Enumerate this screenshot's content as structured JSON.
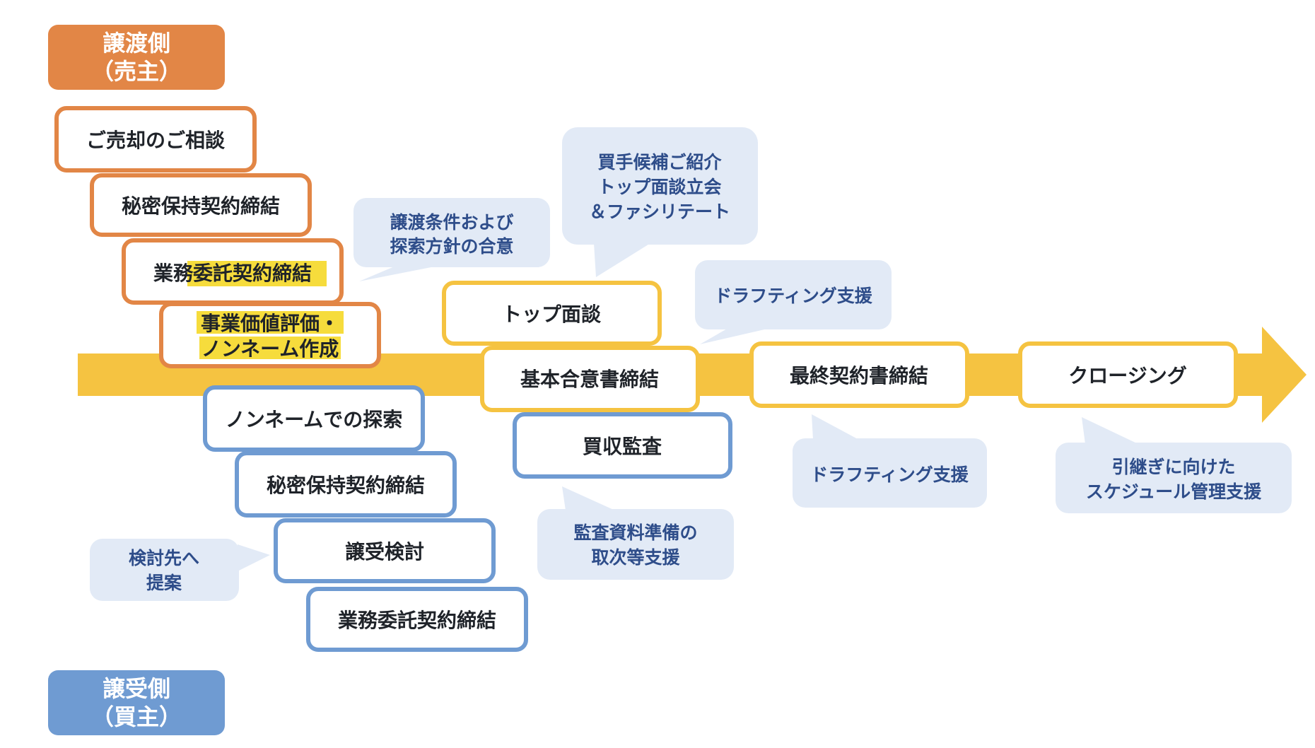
{
  "colors": {
    "seller": "#e28646",
    "buyer": "#6f9bd2",
    "arrow": "#f5c341",
    "callout_fill": "#e2eaf6",
    "callout_text": "#2e4d8a",
    "highlight": "#f6dc3c"
  },
  "header_seller": {
    "line1": "譲渡側",
    "line2": "（売主）"
  },
  "header_buyer": {
    "line1": "譲受側",
    "line2": "（買主）"
  },
  "seller_steps": {
    "consult": "ご売却のご相談",
    "nda": "秘密保持契約締結",
    "mandate_prefix": "業務",
    "mandate_highlight": "委託契約締結",
    "valuation_line1": "事業価値評価・",
    "valuation_line2": "ノンネーム作成"
  },
  "buyer_steps": {
    "search": "ノンネームでの探索",
    "nda": "秘密保持契約締結",
    "review": "譲受検討",
    "mandate": "業務委託契約締結"
  },
  "timeline_steps": {
    "top_meeting": "トップ面談",
    "loi": "基本合意書締結",
    "due_diligence": "買収監査",
    "final_contract": "最終契約書締結",
    "closing": "クロージング"
  },
  "callouts": {
    "terms": {
      "line1": "譲渡条件および",
      "line2": "探索方針の合意"
    },
    "intro": {
      "line1": "買手候補ご紹介",
      "line2": "トップ面談立会",
      "line3": "＆ファシリテート"
    },
    "drafting_top": "ドラフティング支援",
    "drafting_bottom": "ドラフティング支援",
    "handover": {
      "line1": "引継ぎに向けた",
      "line2": "スケジュール管理支援"
    },
    "dd_support": {
      "line1": "監査資料準備の",
      "line2": "取次等支援"
    },
    "propose": {
      "line1": "検討先へ",
      "line2": "提案"
    }
  }
}
